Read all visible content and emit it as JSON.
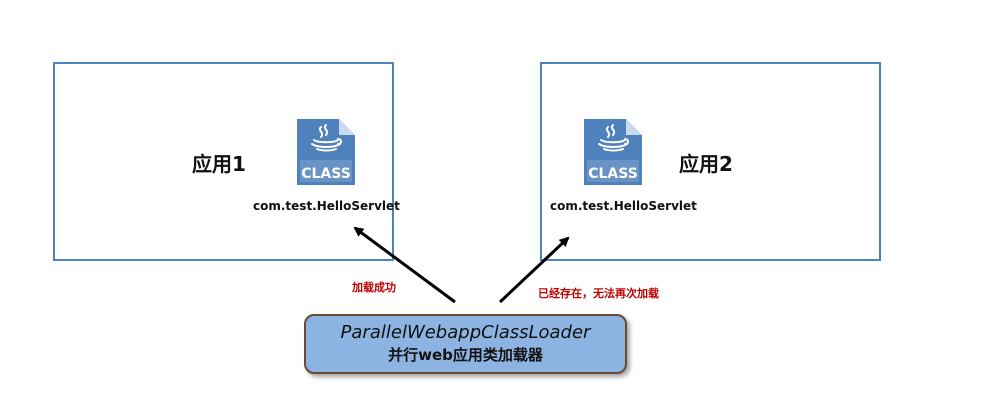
{
  "applications": [
    {
      "title": "应用1",
      "icon_label": "CLASS",
      "class_name": "com.test.HelloServlet"
    },
    {
      "title": "应用2",
      "icon_label": "CLASS",
      "class_name": "com.test.HelloServlet"
    }
  ],
  "status": {
    "success": "加载成功",
    "failed": "已经存在，无法再次加载"
  },
  "loader": {
    "title": "ParallelWebappClassLoader",
    "subtitle": "并行web应用类加载器"
  },
  "colors": {
    "box_border": "#4f81bd",
    "icon_fill": "#4f81bd",
    "status_text": "#c00000",
    "loader_fill": "#8db3e2",
    "loader_border": "#6b4a34"
  }
}
